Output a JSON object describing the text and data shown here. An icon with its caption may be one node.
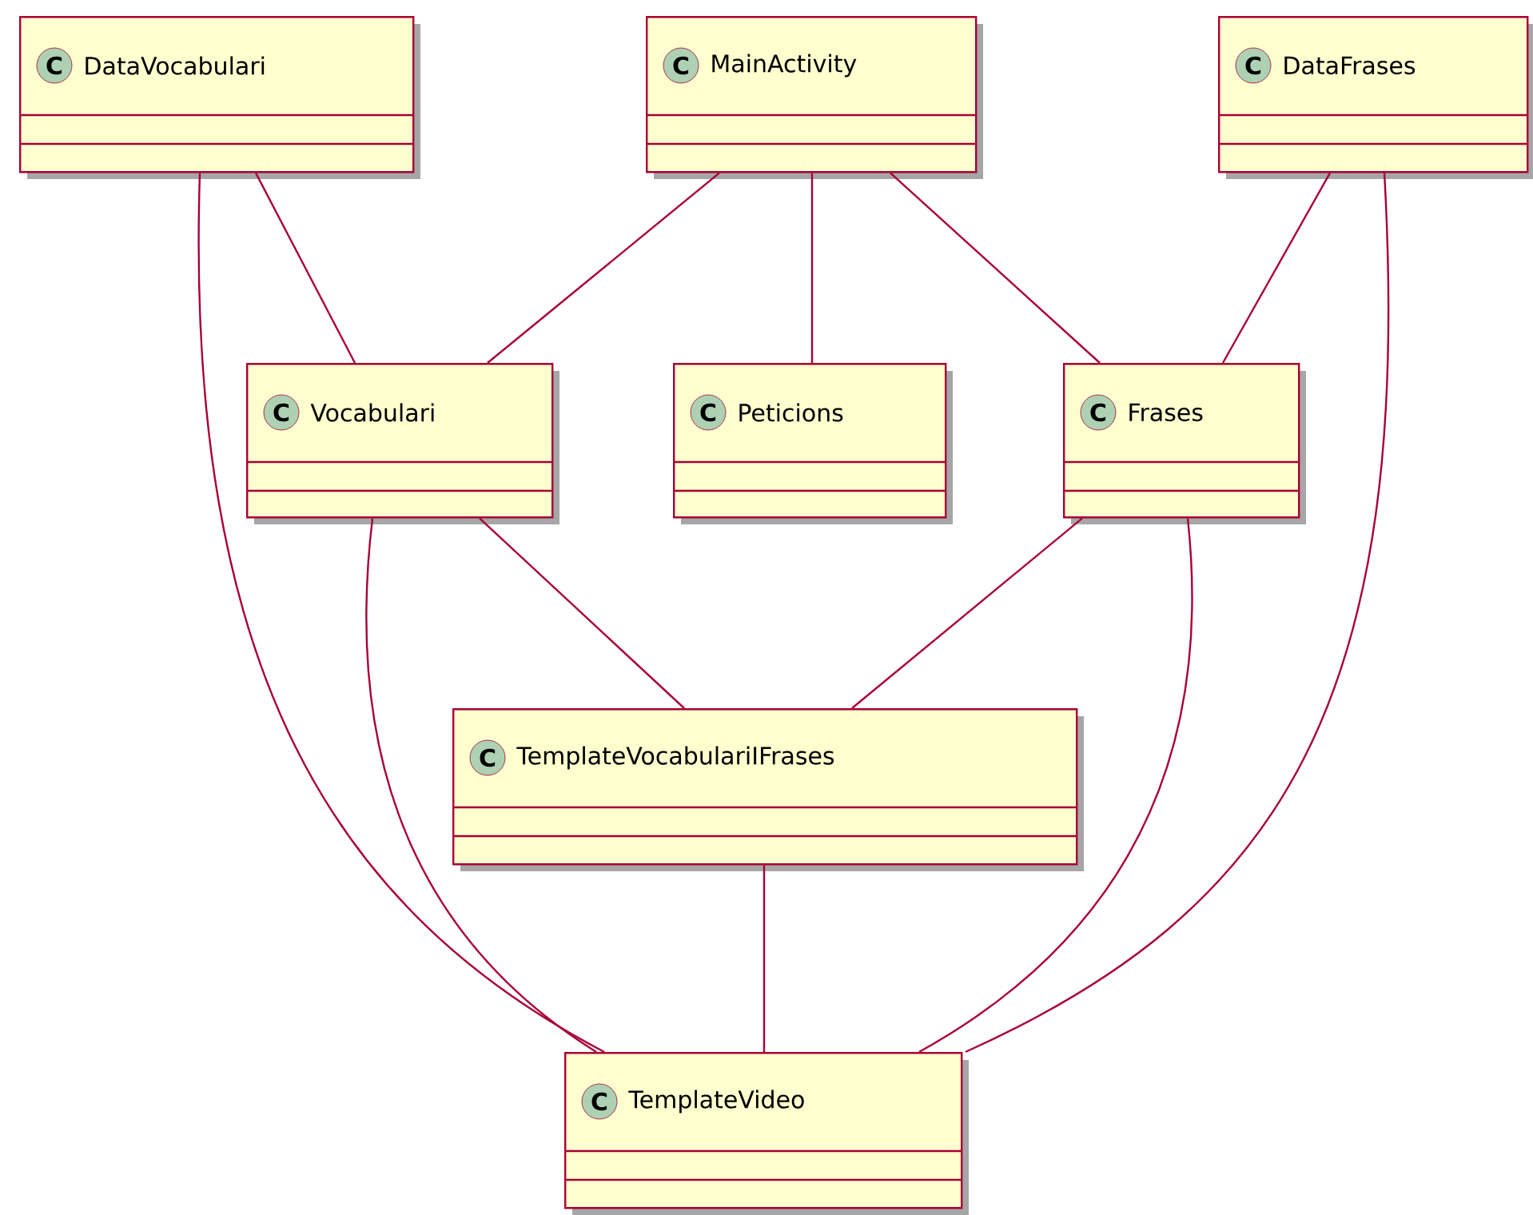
{
  "diagram": {
    "nodes": [
      {
        "text": [
          "C",
          "DataVocabulari"
        ]
      },
      {
        "text": [
          "C",
          "MainActivity"
        ]
      },
      {
        "text": [
          "C",
          "DataFrases"
        ]
      },
      {
        "text": [
          "C",
          "Vocabulari"
        ]
      },
      {
        "text": [
          "C",
          "Peticions"
        ]
      },
      {
        "text": [
          "C",
          "Frases"
        ]
      },
      {
        "text": [
          "C",
          "TemplateVocabulariIFrases"
        ]
      },
      {
        "text": [
          "C",
          "TemplateVideo"
        ]
      }
    ],
    "edges": [
      {
        "from": 0,
        "to": 3,
        "arrow": "none"
      },
      {
        "from": 0,
        "to": 7,
        "arrow": "none"
      },
      {
        "from": 1,
        "to": 3,
        "arrow": "none"
      },
      {
        "from": 1,
        "to": 4,
        "arrow": "none"
      },
      {
        "from": 1,
        "to": 5,
        "arrow": "none"
      },
      {
        "from": 2,
        "to": 5,
        "arrow": "none"
      },
      {
        "from": 2,
        "to": 7,
        "arrow": "none"
      },
      {
        "from": 3,
        "to": 6,
        "arrow": "none"
      },
      {
        "from": 3,
        "to": 7,
        "arrow": "none"
      },
      {
        "from": 5,
        "to": 6,
        "arrow": "none"
      },
      {
        "from": 5,
        "to": 7,
        "arrow": "none"
      },
      {
        "from": 6,
        "to": 7,
        "arrow": "none"
      }
    ]
  }
}
